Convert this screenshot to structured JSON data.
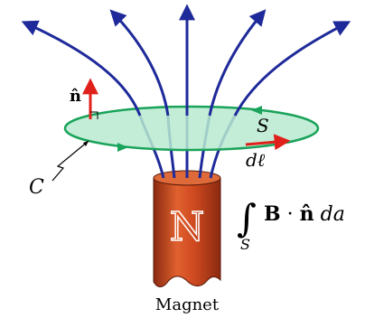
{
  "labels": {
    "normal": "n̂",
    "surface": "S",
    "dl": "dℓ",
    "curve": "C",
    "magnet_letter": "N",
    "magnet": "Magnet",
    "integral_sign": "∫",
    "integral_sub": "S",
    "integrand_b": "B",
    "integrand_dot": " · ",
    "integrand_n": "n̂",
    "integrand_da": " da"
  },
  "colors": {
    "field_lines": "#1f2a9a",
    "surface_fill": "#b9ead0",
    "surface_edge": "#1aa35a",
    "vector_red": "#e0211b",
    "magnet_body": "#c8401c",
    "magnet_top": "#d9572a"
  }
}
